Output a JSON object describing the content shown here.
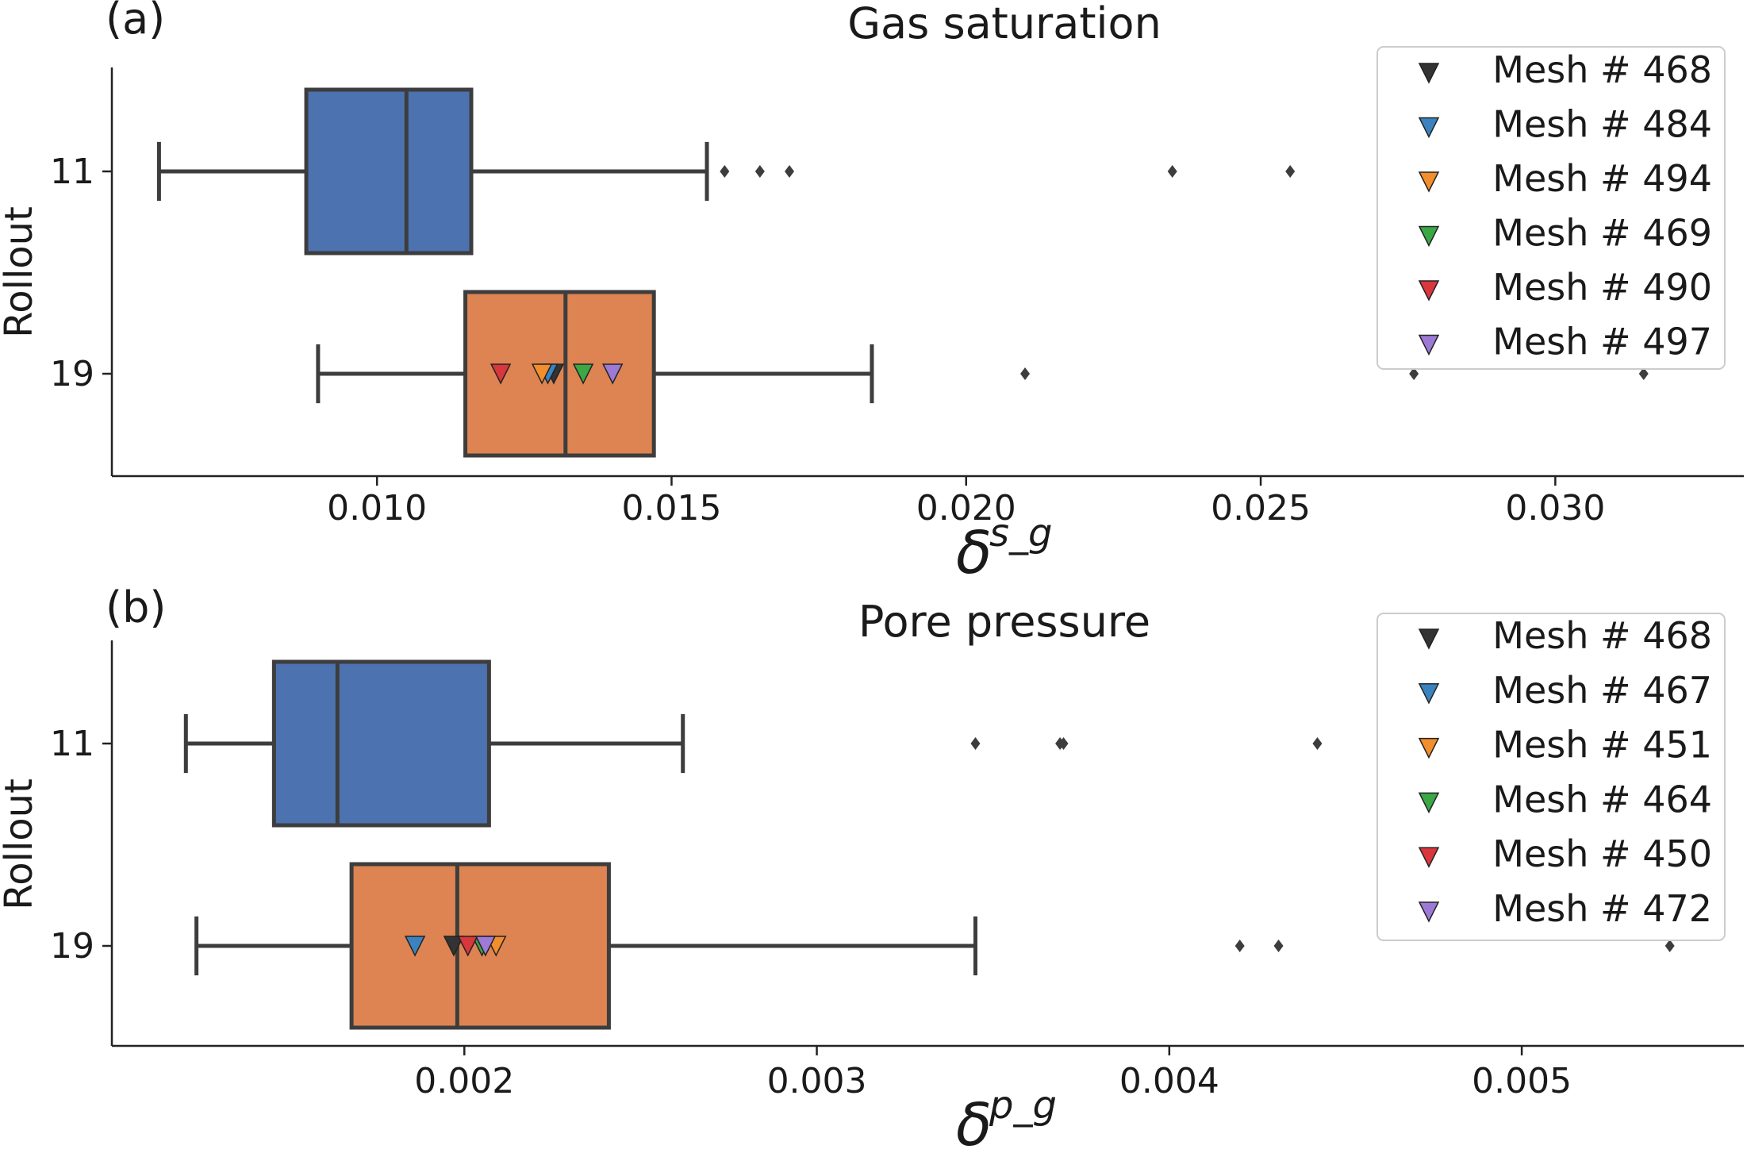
{
  "chart_data": [
    {
      "type": "box",
      "panel_label": "(a)",
      "title": "Gas saturation",
      "xlabel": "δ",
      "xlabel_superscript": "s_g",
      "ylabel": "Rollout",
      "xlim": [
        0.0055,
        0.0332
      ],
      "xticks": [
        0.01,
        0.015,
        0.02,
        0.025,
        0.03
      ],
      "xtick_labels": [
        "0.010",
        "0.015",
        "0.020",
        "0.025",
        "0.030"
      ],
      "categories": [
        "11",
        "19"
      ],
      "boxes": [
        {
          "category": "11",
          "color": "#4c72b0",
          "whisker_low": 0.0063,
          "q1": 0.0088,
          "median": 0.0105,
          "q3": 0.0116,
          "whisker_high": 0.0156,
          "outliers": [
            0.0159,
            0.0165,
            0.017,
            0.0235,
            0.0255
          ]
        },
        {
          "category": "19",
          "color": "#dd8452",
          "whisker_low": 0.009,
          "q1": 0.0115,
          "median": 0.0132,
          "q3": 0.0147,
          "whisker_high": 0.0184,
          "outliers": [
            0.021,
            0.0276,
            0.0315
          ]
        }
      ],
      "legend_position": "top-right",
      "markers": [
        {
          "name": "Mesh # 468",
          "color": "#333333",
          "value": 0.013
        },
        {
          "name": "Mesh # 484",
          "color": "#3b83c0",
          "value": 0.0129
        },
        {
          "name": "Mesh # 494",
          "color": "#f28e2b",
          "value": 0.0128
        },
        {
          "name": "Mesh # 469",
          "color": "#3aa845",
          "value": 0.0135
        },
        {
          "name": "Mesh # 490",
          "color": "#d9363e",
          "value": 0.0121
        },
        {
          "name": "Mesh # 497",
          "color": "#9c7ad6",
          "value": 0.014
        }
      ],
      "grid": false
    },
    {
      "type": "box",
      "panel_label": "(b)",
      "title": "Pore pressure",
      "xlabel": "δ",
      "xlabel_superscript": "p_g",
      "ylabel": "Rollout",
      "xlim": [
        0.001,
        0.00563
      ],
      "xticks": [
        0.002,
        0.003,
        0.004,
        0.005
      ],
      "xtick_labels": [
        "0.002",
        "0.003",
        "0.004",
        "0.005"
      ],
      "categories": [
        "11",
        "19"
      ],
      "boxes": [
        {
          "category": "11",
          "color": "#4c72b0",
          "whisker_low": 0.00121,
          "q1": 0.00146,
          "median": 0.00164,
          "q3": 0.00207,
          "whisker_high": 0.00262,
          "outliers": [
            0.00345,
            0.00369,
            0.0037,
            0.00442
          ]
        },
        {
          "category": "19",
          "color": "#dd8452",
          "whisker_low": 0.00124,
          "q1": 0.00168,
          "median": 0.00198,
          "q3": 0.00241,
          "whisker_high": 0.00345,
          "outliers": [
            0.0042,
            0.00431,
            0.00542
          ]
        }
      ],
      "legend_position": "top-right",
      "markers": [
        {
          "name": "Mesh # 468",
          "color": "#333333",
          "value": 0.00197
        },
        {
          "name": "Mesh # 467",
          "color": "#3b83c0",
          "value": 0.00186
        },
        {
          "name": "Mesh # 451",
          "color": "#f28e2b",
          "value": 0.00209
        },
        {
          "name": "Mesh # 464",
          "color": "#3aa845",
          "value": 0.00205
        },
        {
          "name": "Mesh # 450",
          "color": "#d9363e",
          "value": 0.00201
        },
        {
          "name": "Mesh # 472",
          "color": "#9c7ad6",
          "value": 0.00206
        }
      ],
      "grid": false
    }
  ]
}
